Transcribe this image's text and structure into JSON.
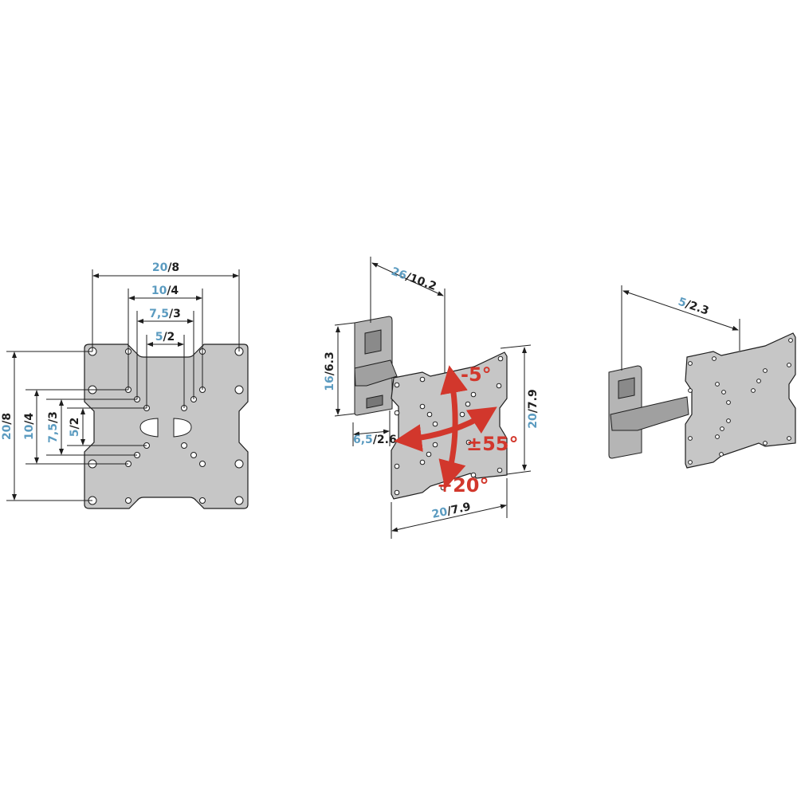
{
  "left_plate": {
    "width_outer": {
      "metric": "20",
      "imperial": "/8"
    },
    "width_10": {
      "metric": "10",
      "imperial": "/4"
    },
    "width_75": {
      "metric": "7,5",
      "imperial": "/3"
    },
    "width_5": {
      "metric": "5",
      "imperial": "/2"
    },
    "height_outer": {
      "metric": "20",
      "imperial": "/8"
    },
    "height_10": {
      "metric": "10",
      "imperial": "/4"
    },
    "height_75": {
      "metric": "7,5",
      "imperial": "/3"
    },
    "height_5": {
      "metric": "5",
      "imperial": "/2"
    }
  },
  "middle_mount": {
    "extension": {
      "metric": "26",
      "imperial": "/10.2"
    },
    "wall_height": {
      "metric": "16",
      "imperial": "/6.3"
    },
    "depth": {
      "metric": "6,5",
      "imperial": "/2.6"
    },
    "plate_height": {
      "metric": "20",
      "imperial": "/7.9"
    },
    "plate_width": {
      "metric": "20",
      "imperial": "/7.9"
    },
    "tilt_up": "-5°",
    "tilt_down": "+20°",
    "swivel": "±55°"
  },
  "right_mount": {
    "min_depth": {
      "metric": "5",
      "imperial": "/2.3"
    }
  },
  "colors": {
    "metric": "#5b9bc0",
    "imperial": "#1e1e1e",
    "angle": "#d2372c",
    "plate": "#c6c6c6"
  }
}
